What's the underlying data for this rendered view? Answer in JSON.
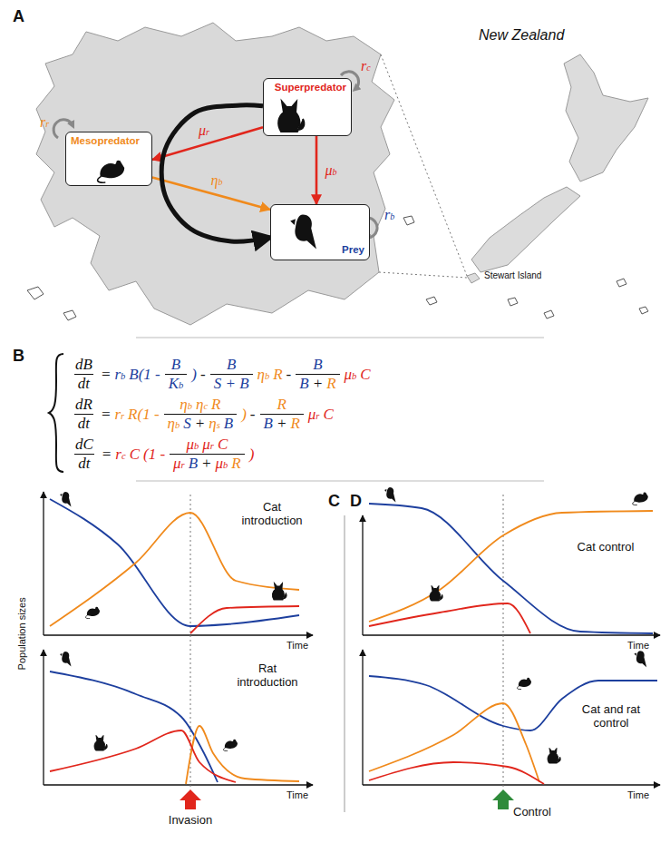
{
  "diagram": {
    "nodes": [
      {
        "text": [
          "Superpredator"
        ]
      },
      {
        "text": [
          "Mesopredator"
        ]
      },
      {
        "text": [
          "Prey"
        ]
      }
    ],
    "edges": [
      {
        "from": 0,
        "to": 1,
        "arrow": "to",
        "label": "μr"
      },
      {
        "from": 0,
        "to": 2,
        "arrow": "to",
        "label": "μb"
      },
      {
        "from": 1,
        "to": 2,
        "arrow": "to",
        "label": "ηb"
      },
      {
        "from": 0,
        "to": 2,
        "arrow": "to"
      }
    ],
    "labels": [
      "A",
      "New Zealand",
      "Stewart Island",
      "rc",
      "rr",
      "rb",
      "B",
      "dB",
      "dt",
      "=",
      "rb",
      "B(1 -",
      "B",
      "Kb",
      ")",
      "-",
      "B",
      "S + B",
      "ηb",
      "R",
      "-",
      "B",
      "B",
      "+",
      "R",
      "μb",
      "C",
      "dR",
      "dt",
      "=",
      "rr",
      "R(1 -",
      "ηb",
      "ηc",
      "R",
      "ηb",
      "S",
      "+",
      "ηs",
      "B",
      ")",
      "-",
      "R",
      "B",
      "+",
      "R",
      "μr",
      "C",
      "dC",
      "dt",
      "=",
      "rc",
      "C",
      "(1 -",
      "μb",
      "μr",
      "C",
      "μr",
      "B",
      "+",
      "μb",
      "R",
      ")",
      "C",
      "D",
      "Population sizes",
      "Cat introduction",
      "Time",
      "Rat introduction",
      "Time",
      "Invasion",
      "Cat control",
      "Time",
      "Cat and rat control",
      "Time",
      "Control"
    ]
  }
}
